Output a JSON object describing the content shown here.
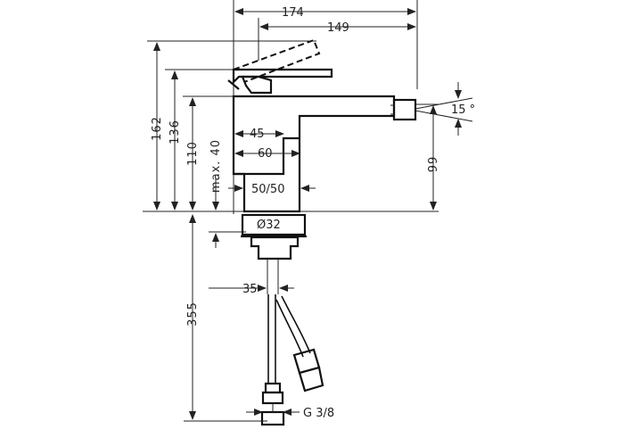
{
  "labels": {
    "top_width": "174",
    "top_spout": "149",
    "height_total": "162",
    "height_lever": "136",
    "height_body": "110",
    "max_40": "max. 40",
    "depth_45": "45",
    "depth_60": "60",
    "angle": "15 °",
    "spout_height": "99",
    "shank_50": "50/50",
    "diam_32": "Ø32",
    "under_35": "35",
    "hose_355": "355",
    "thread": "G 3/8"
  }
}
